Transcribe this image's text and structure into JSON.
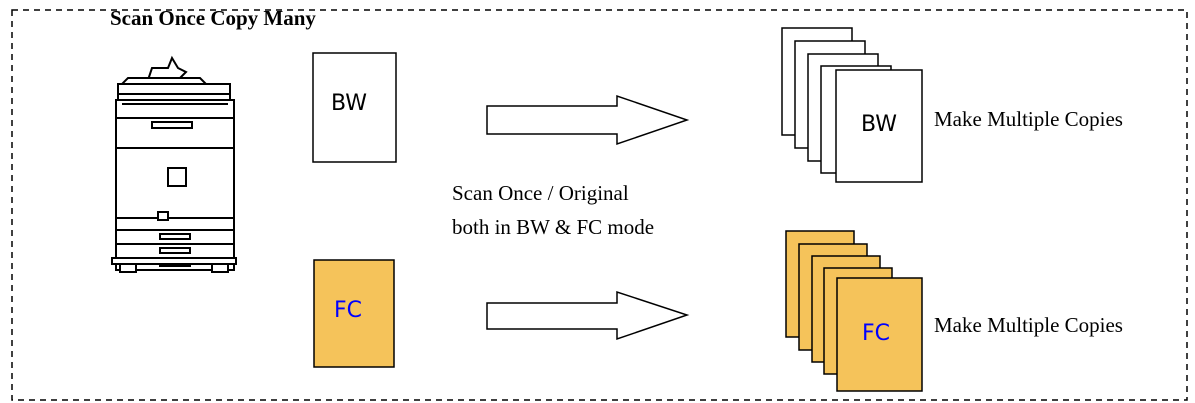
{
  "title": "Scan Once Copy Many",
  "center_note": {
    "line1": "Scan Once / Original",
    "line2": "both in BW & FC mode"
  },
  "originals": {
    "bw_label": "BW",
    "fc_label": "FC"
  },
  "copies": {
    "bw_label": "BW",
    "fc_label": "FC",
    "bw_caption": "Make Multiple Copies",
    "fc_caption": "Make Multiple Copies"
  },
  "colors": {
    "fc_fill": "#F5C35A",
    "fc_text": "#0000FF",
    "bw_text": "#000000",
    "border": "#000000"
  }
}
